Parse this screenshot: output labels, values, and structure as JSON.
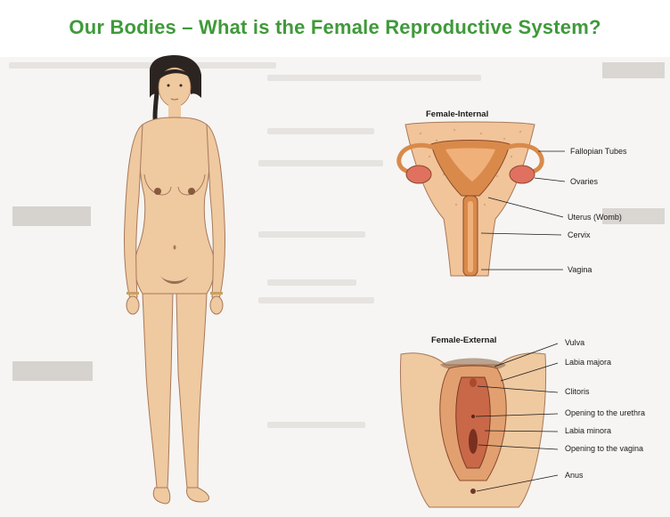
{
  "slide": {
    "title": "Our Bodies – What is the Female Reproductive System?"
  },
  "internal": {
    "heading": "Female-Internal",
    "labels": [
      "Fallopian Tubes",
      "Ovaries",
      "Uterus (Womb)",
      "Cervix",
      "Vagina"
    ]
  },
  "external": {
    "heading": "Female-External",
    "labels": [
      "Vulva",
      "Labia majora",
      "Clitoris",
      "Opening to the urethra",
      "Labia minora",
      "Opening to the vagina",
      "Anus"
    ]
  },
  "colors": {
    "title": "#3f9a3a",
    "skin": "#efc9a0",
    "uterus": "#d98a4a",
    "tissue": "#f2c49a"
  }
}
